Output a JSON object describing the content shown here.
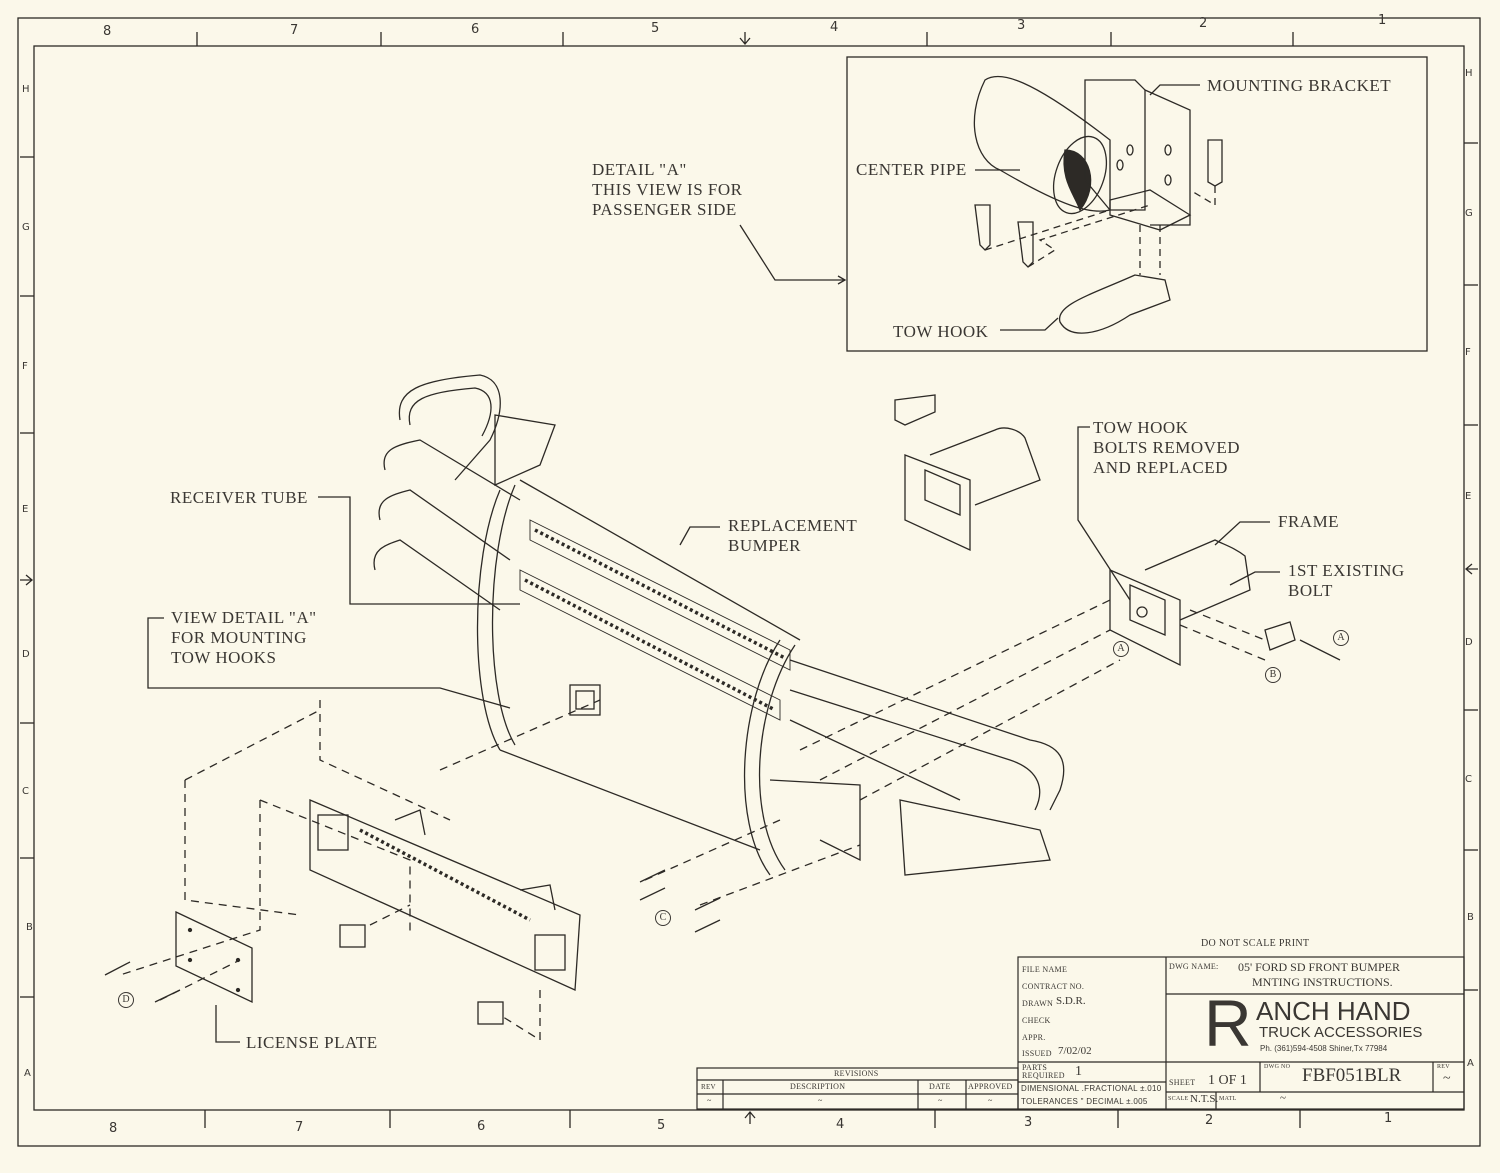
{
  "border": {
    "columns_top": [
      "8",
      "7",
      "6",
      "5",
      "4",
      "3",
      "2",
      "1"
    ],
    "columns_bottom": [
      "8",
      "7",
      "6",
      "5",
      "4",
      "3",
      "2",
      "1"
    ],
    "rows_left": [
      "H",
      "G",
      "F",
      "E",
      "D",
      "C",
      "B",
      "A"
    ],
    "rows_right": [
      "H",
      "G",
      "F",
      "E",
      "D",
      "C",
      "B",
      "A"
    ]
  },
  "detail_a": {
    "note": "DETAIL \"A\"\nTHIS VIEW IS FOR\nPASSENGER SIDE",
    "labels": {
      "mounting_bracket": "MOUNTING BRACKET",
      "center_pipe": "CENTER PIPE",
      "tow_hook": "TOW HOOK"
    }
  },
  "labels": {
    "receiver_tube": "RECEIVER TUBE",
    "replacement_bumper": "REPLACEMENT\nBUMPER",
    "view_detail": "VIEW DETAIL \"A\"\nFOR MOUNTING\nTOW HOOKS",
    "license_plate": "LICENSE PLATE",
    "tow_hook_bolts": "TOW HOOK\nBOLTS REMOVED\nAND REPLACED",
    "frame": "FRAME",
    "existing_bolt": "1ST EXISTING\nBOLT"
  },
  "callouts": {
    "a1": "A",
    "a2": "A",
    "b": "B",
    "c": "C",
    "d": "D"
  },
  "title_block": {
    "do_not_scale": "DO NOT SCALE PRINT",
    "file_name_label": "FILE NAME",
    "contract_label": "CONTRACT NO.",
    "drawn_label": "DRAWN",
    "drawn_value": "S.D.R.",
    "check_label": "CHECK",
    "appr_label": "APPR.",
    "issued_label": "ISSUED",
    "issued_value": "7/02/02",
    "parts_label": "PARTS\nREQUIRED",
    "parts_value": "1",
    "dwg_name_label": "DWG NAME:",
    "dwg_name_line1": "05' FORD SD FRONT BUMPER",
    "dwg_name_line2": "MNTING INSTRUCTIONS.",
    "company_initial": "R",
    "company_name": "ANCH HAND",
    "company_sub": "TRUCK ACCESSORIES",
    "company_contact": "Ph. (361)594-4508 Shiner,Tx 77984",
    "dim_tol_line1": "DIMENSIONAL  .FRACTIONAL ±.010",
    "dim_tol_line2": "TOLERANCES  \" DECIMAL   ±.005",
    "sheet_label": "SHEET",
    "sheet_value": "1 OF 1",
    "dwg_no_label": "DWG NO",
    "dwg_no_value": "FBF051BLR",
    "rev_label": "REV",
    "rev_value": "~",
    "scale_label": "SCALE",
    "scale_value": "N.T.S.",
    "matl_label": "MATL",
    "matl_value": "~"
  },
  "revisions": {
    "title": "REVISIONS",
    "headers": [
      "REV",
      "DESCRIPTION",
      "DATE",
      "APPROVED"
    ],
    "rows": [
      [
        "~",
        "~",
        "~",
        "~"
      ]
    ]
  }
}
